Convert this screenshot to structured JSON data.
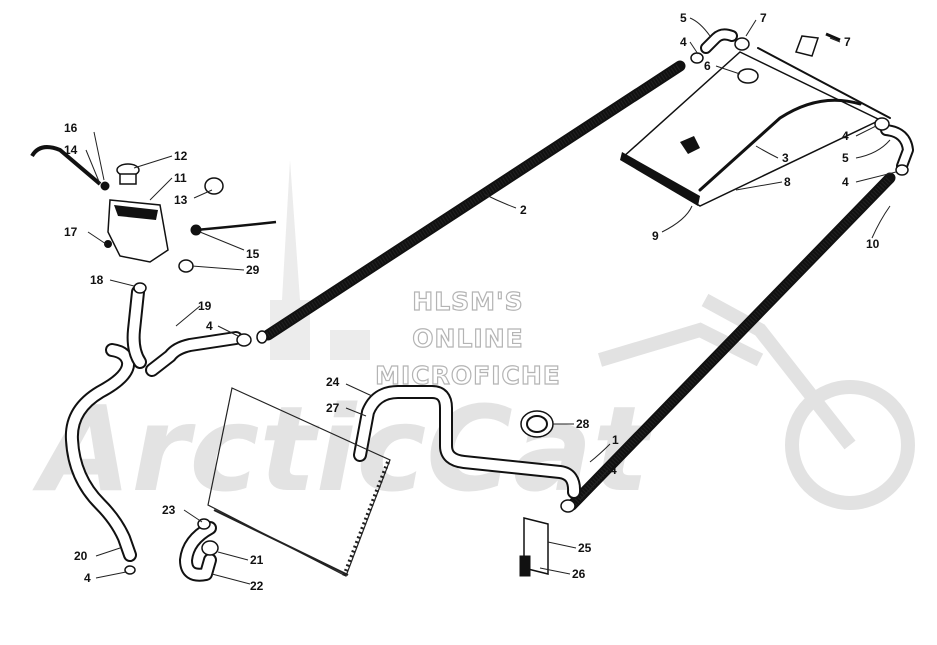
{
  "watermark": {
    "line1": "HLSM'S",
    "line2": "ONLINE",
    "line3": "MICROFICHE",
    "brand": "ArcticCat"
  },
  "callouts": [
    {
      "id": "c1",
      "label": "1"
    },
    {
      "id": "c2",
      "label": "2"
    },
    {
      "id": "c3",
      "label": "3"
    },
    {
      "id": "c4a",
      "label": "4"
    },
    {
      "id": "c4b",
      "label": "4"
    },
    {
      "id": "c4c",
      "label": "4"
    },
    {
      "id": "c4d",
      "label": "4"
    },
    {
      "id": "c4e",
      "label": "4"
    },
    {
      "id": "c4f",
      "label": "4"
    },
    {
      "id": "c5a",
      "label": "5"
    },
    {
      "id": "c5b",
      "label": "5"
    },
    {
      "id": "c6",
      "label": "6"
    },
    {
      "id": "c7a",
      "label": "7"
    },
    {
      "id": "c7b",
      "label": "7"
    },
    {
      "id": "c8",
      "label": "8"
    },
    {
      "id": "c9",
      "label": "9"
    },
    {
      "id": "c10",
      "label": "10"
    },
    {
      "id": "c11",
      "label": "11"
    },
    {
      "id": "c12",
      "label": "12"
    },
    {
      "id": "c13",
      "label": "13"
    },
    {
      "id": "c14",
      "label": "14"
    },
    {
      "id": "c15",
      "label": "15"
    },
    {
      "id": "c16",
      "label": "16"
    },
    {
      "id": "c17",
      "label": "17"
    },
    {
      "id": "c18",
      "label": "18"
    },
    {
      "id": "c19",
      "label": "19"
    },
    {
      "id": "c20",
      "label": "20"
    },
    {
      "id": "c21",
      "label": "21"
    },
    {
      "id": "c22",
      "label": "22"
    },
    {
      "id": "c23",
      "label": "23"
    },
    {
      "id": "c24",
      "label": "24"
    },
    {
      "id": "c25",
      "label": "25"
    },
    {
      "id": "c26",
      "label": "26"
    },
    {
      "id": "c27",
      "label": "27"
    },
    {
      "id": "c28",
      "label": "28"
    },
    {
      "id": "c29",
      "label": "29"
    }
  ]
}
